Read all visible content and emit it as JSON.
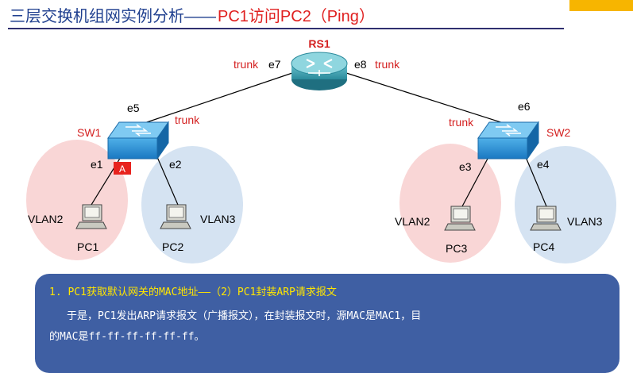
{
  "title": {
    "main": "三层交换机组网实例分析——",
    "highlight": "PC1访问PC2（Ping）"
  },
  "colors": {
    "title_main": "#1f3f8f",
    "title_highlight": "#e02020",
    "trunk_label": "#d42020",
    "switch_name": "#d42020",
    "vlan2_area": "#f9d6d6",
    "vlan3_area": "#d5e3f2",
    "info_bg": "#3f5fa3",
    "info_heading": "#ffe600"
  },
  "diagram": {
    "router": {
      "name": "RS1",
      "icon": "router-icon"
    },
    "router_ports": {
      "left": "e7",
      "right": "e8"
    },
    "trunk_label": "trunk",
    "switches": [
      {
        "name": "SW1",
        "icon": "switch-icon",
        "uplink": "e5",
        "ports": [
          "e1",
          "e2"
        ],
        "marker": "A"
      },
      {
        "name": "SW2",
        "icon": "switch-icon",
        "uplink": "e6",
        "ports": [
          "e3",
          "e4"
        ]
      }
    ],
    "hosts": [
      {
        "name": "PC1",
        "vlan": "VLAN2",
        "icon": "pc-icon"
      },
      {
        "name": "PC2",
        "vlan": "VLAN3",
        "icon": "pc-icon"
      },
      {
        "name": "PC3",
        "vlan": "VLAN2",
        "icon": "pc-icon"
      },
      {
        "name": "PC4",
        "vlan": "VLAN3",
        "icon": "pc-icon"
      }
    ]
  },
  "info": {
    "heading": "1. PC1获取默认网关的MAC地址——（2）PC1封装ARP请求报文",
    "line1": "于是，PC1发出ARP请求报文（广播报文），在封装报文时，源MAC是MAC1，目",
    "line2": "的MAC是ff-ff-ff-ff-ff-ff。"
  }
}
